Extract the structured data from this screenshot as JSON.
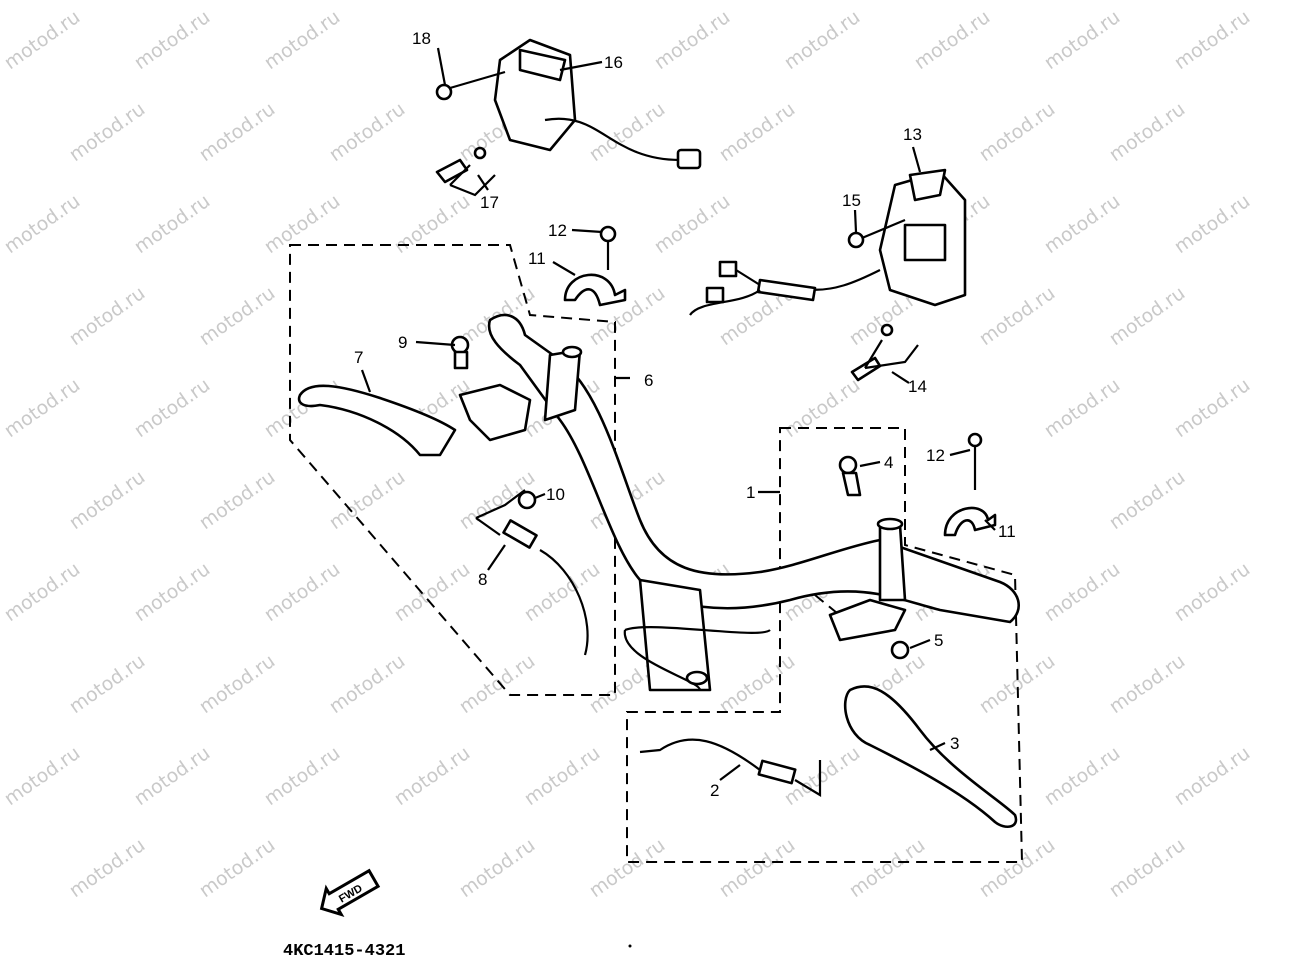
{
  "diagram": {
    "watermark": "motod.ru",
    "part_code": "4KC1415-4321",
    "fwd_label": "FWD",
    "callouts": [
      "18",
      "16",
      "17",
      "13",
      "15",
      "12",
      "11",
      "9",
      "7",
      "6",
      "14",
      "10",
      "8",
      "4",
      "12",
      "1",
      "11",
      "5",
      "3",
      "2"
    ]
  }
}
